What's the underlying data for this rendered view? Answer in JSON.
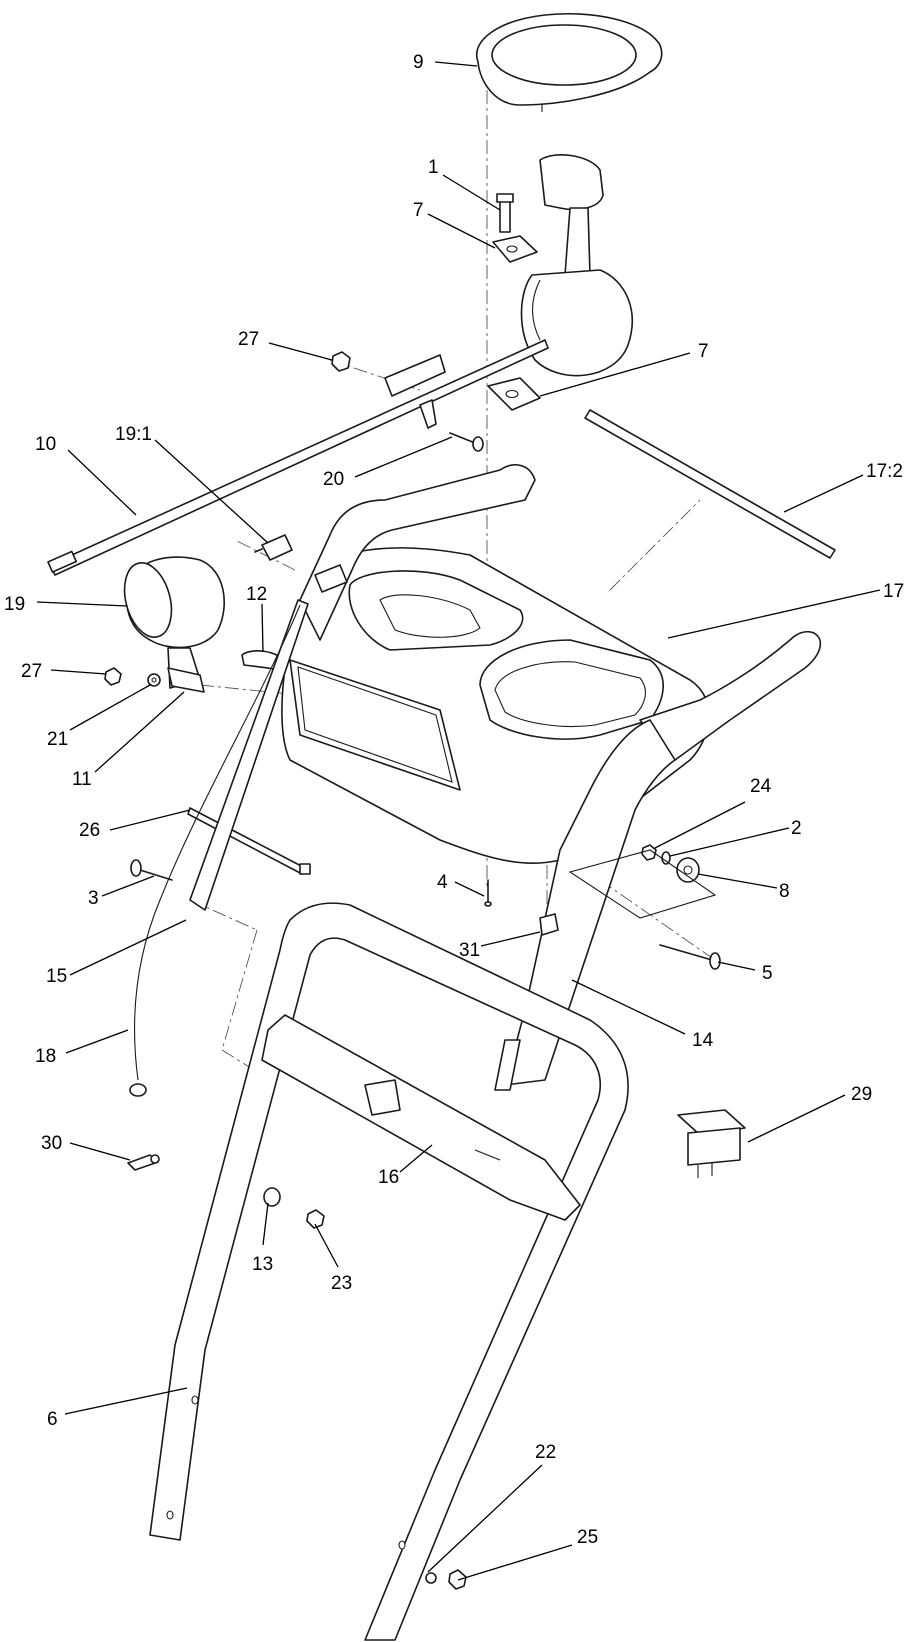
{
  "callouts": [
    {
      "id": "c9",
      "label": "9"
    },
    {
      "id": "c1",
      "label": "1"
    },
    {
      "id": "c7a",
      "label": "7"
    },
    {
      "id": "c27a",
      "label": "27"
    },
    {
      "id": "c7b",
      "label": "7"
    },
    {
      "id": "c10",
      "label": "10"
    },
    {
      "id": "c19_1",
      "label": "19:1"
    },
    {
      "id": "c20",
      "label": "20"
    },
    {
      "id": "c17_2",
      "label": "17:2"
    },
    {
      "id": "c19",
      "label": "19"
    },
    {
      "id": "c12",
      "label": "12"
    },
    {
      "id": "c17",
      "label": "17"
    },
    {
      "id": "c27b",
      "label": "27"
    },
    {
      "id": "c21",
      "label": "21"
    },
    {
      "id": "c11",
      "label": "11"
    },
    {
      "id": "c24",
      "label": "24"
    },
    {
      "id": "c2",
      "label": "2"
    },
    {
      "id": "c26",
      "label": "26"
    },
    {
      "id": "c8",
      "label": "8"
    },
    {
      "id": "c4",
      "label": "4"
    },
    {
      "id": "c3",
      "label": "3"
    },
    {
      "id": "c31",
      "label": "31"
    },
    {
      "id": "c5",
      "label": "5"
    },
    {
      "id": "c15",
      "label": "15"
    },
    {
      "id": "c14",
      "label": "14"
    },
    {
      "id": "c18",
      "label": "18"
    },
    {
      "id": "c29",
      "label": "29"
    },
    {
      "id": "c30",
      "label": "30"
    },
    {
      "id": "c16",
      "label": "16"
    },
    {
      "id": "c13",
      "label": "13"
    },
    {
      "id": "c23",
      "label": "23"
    },
    {
      "id": "c6",
      "label": "6"
    },
    {
      "id": "c22",
      "label": "22"
    },
    {
      "id": "c25",
      "label": "25"
    }
  ]
}
